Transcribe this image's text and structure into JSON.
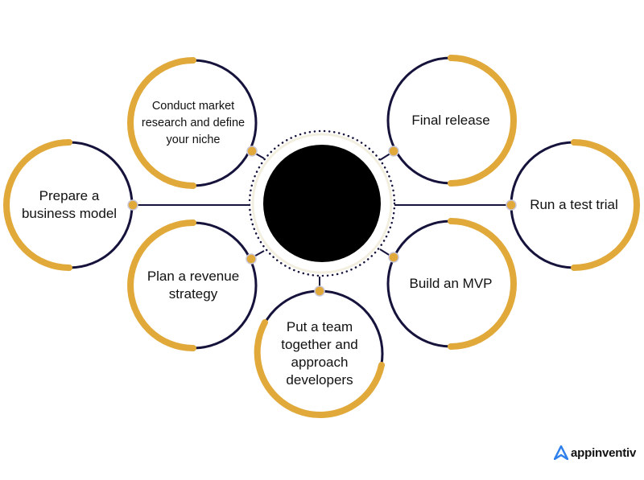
{
  "diagram": {
    "center_label": "",
    "steps": [
      {
        "id": "market-research",
        "label": "Conduct market research and define your niche"
      },
      {
        "id": "business-model",
        "label": "Prepare a business model"
      },
      {
        "id": "revenue-strategy",
        "label": "Plan a revenue strategy"
      },
      {
        "id": "team",
        "label": "Put a team together and approach developers"
      },
      {
        "id": "mvp",
        "label": "Build an MVP"
      },
      {
        "id": "test-trial",
        "label": "Run a test trial"
      },
      {
        "id": "final-release",
        "label": "Final release"
      }
    ]
  },
  "brand": {
    "name": "appinventiv"
  },
  "colors": {
    "gold": "#E0A93A",
    "navy": "#15123B",
    "center": "#000000",
    "logo_blue": "#2F80ED"
  }
}
